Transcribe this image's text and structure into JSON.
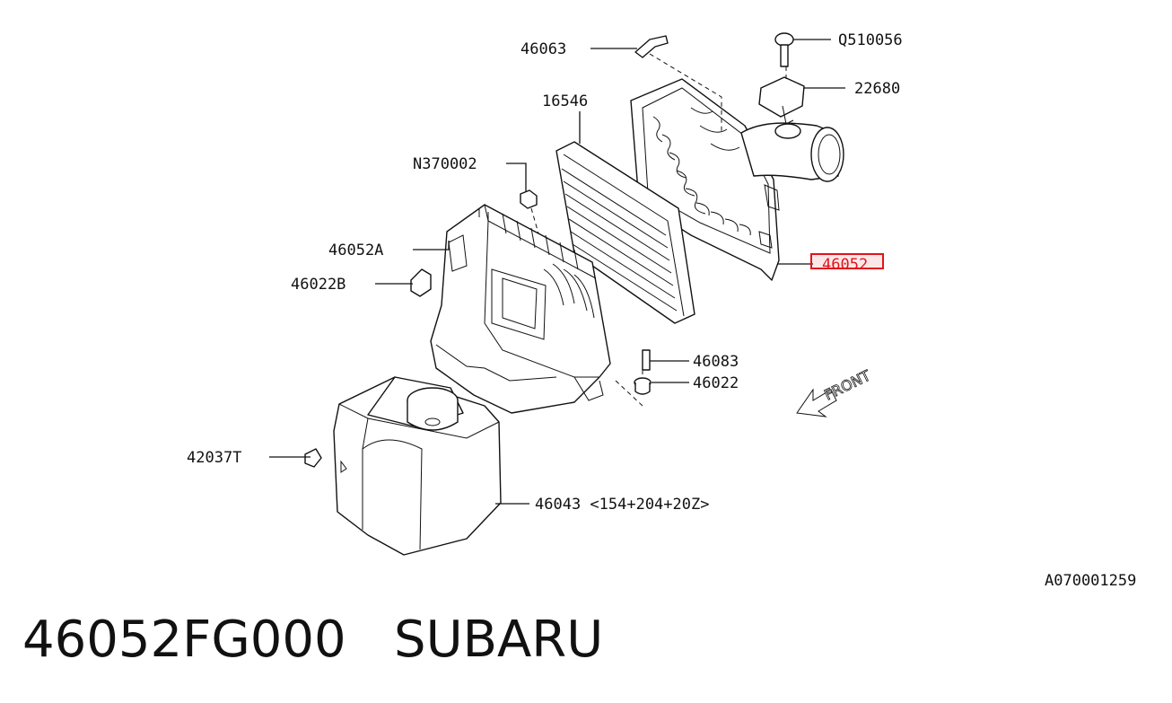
{
  "callouts": {
    "p46063": "46063",
    "q510056": "Q510056",
    "p22680": "22680",
    "p16546": "16546",
    "n370002": "N370002",
    "p46052a": "46052A",
    "p46022b": "46022B",
    "p46052": "46052",
    "p46083": "46083",
    "p46022": "46022",
    "p42037t": "42037T",
    "p46043": "46043 <154+204+20Z>"
  },
  "front_label": "FRONT",
  "catalog_code": "A070001259",
  "part_number": "46052FG000",
  "brand": "SUBARU",
  "highlight_color": "#e0151b"
}
